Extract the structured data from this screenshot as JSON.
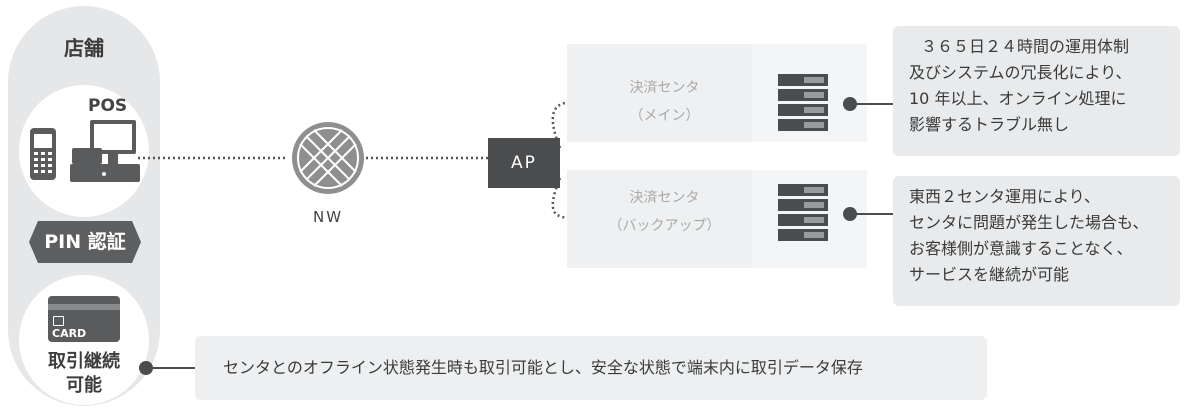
{
  "store": {
    "title": "店舗",
    "pos_label": "POS",
    "pin_label": "PIN 認証",
    "card_text": "CARD",
    "card_label_line1": "取引継続",
    "card_label_line2": "可能"
  },
  "network": {
    "nw_label": "NW",
    "ap_label": "AP"
  },
  "centers": [
    {
      "line1": "決済センタ",
      "line2": "（メイン）"
    },
    {
      "line1": "決済センタ",
      "line2": "（バックアップ）"
    }
  ],
  "info_boxes": [
    {
      "lines": [
        "３６５日２４時間の運用体制",
        "及びシステムの冗長化により、",
        "10 年以上、オンライン処理に",
        "影響するトラブル無し"
      ]
    },
    {
      "lines": [
        "東西２センタ運用により、",
        "センタに問題が発生した場合も、",
        "お客様側が意識することなく、",
        "サービスを継続が可能"
      ]
    }
  ],
  "bottom_note": "センタとのオフライン状態発生時も取引可能とし、安全な状態で端末内に取引データ保存",
  "colors": {
    "dark": "#4b4c4e",
    "panel": "#e5e7e9",
    "muted_text": "#a9a9a9"
  }
}
